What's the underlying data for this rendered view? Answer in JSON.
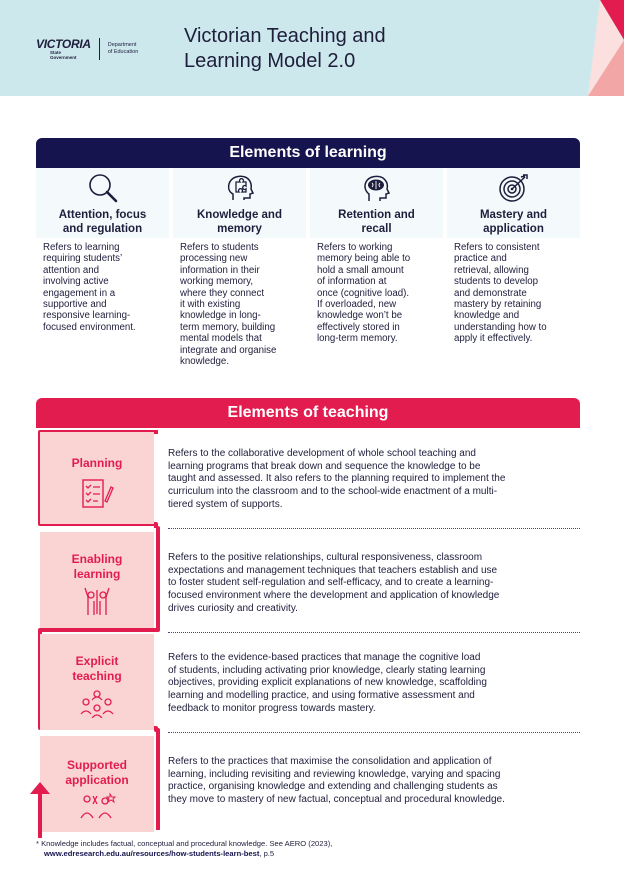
{
  "header": {
    "logo_text": "VICTORIA",
    "logo_sub1": "State",
    "logo_sub2": "Government",
    "dept_line1": "Department",
    "dept_line2": "of Education",
    "title_line1": "Victorian Teaching and",
    "title_line2": "Learning Model 2.0"
  },
  "learning": {
    "heading": "Elements of learning",
    "items": [
      {
        "icon": "magnifier-icon",
        "title1": "Attention, focus",
        "title2": "and regulation",
        "body": [
          "Refers to learning",
          "requiring students’",
          "attention and",
          "involving active",
          "engagement in a",
          "supportive and",
          "responsive learning-",
          "focused environment."
        ]
      },
      {
        "icon": "puzzle-head-icon",
        "title1": "Knowledge and",
        "title2": "memory",
        "body": [
          "Refers to students",
          "processing new",
          "information in their",
          "working memory,",
          "where they connect",
          "it with existing",
          "knowledge in long-",
          "term memory, building",
          "mental models that",
          "integrate and organise",
          "knowledge."
        ]
      },
      {
        "icon": "brain-head-icon",
        "title1": "Retention and",
        "title2": "recall",
        "body": [
          "Refers to working",
          "memory being able to",
          "hold a small amount",
          "of information at",
          "once (cognitive load).",
          "If overloaded, new",
          "knowledge won’t be",
          "effectively stored in",
          "long-term memory."
        ]
      },
      {
        "icon": "target-icon",
        "title1": "Mastery and",
        "title2": "application",
        "body": [
          "Refers to consistent",
          "practice and",
          "retrieval, allowing",
          "students to develop",
          "and demonstrate",
          "mastery by retaining",
          "knowledge and",
          "understanding how to",
          "apply it effectively."
        ]
      }
    ]
  },
  "teaching": {
    "heading": "Elements of teaching",
    "items": [
      {
        "icon": "checklist-icon",
        "title": [
          "Planning"
        ],
        "text": [
          "Refers to the collaborative development of whole school teaching and",
          "learning programs that break down and sequence the knowledge  to be",
          "taught and assessed. It also refers to the planning required to implement the",
          "curriculum into the classroom and to the school-wide enactment of a multi-",
          "tiered system of supports."
        ]
      },
      {
        "icon": "people-raising-hands-icon",
        "title": [
          "Enabling",
          "learning"
        ],
        "text": [
          "Refers to the positive relationships, cultural responsiveness, classroom",
          "expectations and management techniques that teachers establish and use",
          "to foster student self-regulation and self-efficacy, and to create a learning-",
          "focused environment where the development and application of knowledge",
          "drives curiosity and creativity."
        ]
      },
      {
        "icon": "group-discussion-icon",
        "title": [
          "Explicit",
          "teaching"
        ],
        "text": [
          "Refers to the evidence-based practices that manage the cognitive load",
          "of students, including activating prior knowledge, clearly stating learning",
          "objectives, providing explicit explanations of new knowledge, scaffolding",
          "learning and modelling practice, and using formative assessment and",
          "feedback to monitor progress towards mastery."
        ]
      },
      {
        "icon": "collaboration-icon",
        "title": [
          "Supported",
          "application"
        ],
        "text": [
          "Refers to the practices that maximise the consolidation and application of",
          "learning, including revisiting and reviewing knowledge, varying and spacing",
          "practice, organising knowledge and extending and challenging students as",
          "they move to mastery of new factual, conceptual and procedural knowledge."
        ]
      }
    ]
  },
  "footnote": {
    "line1": "* Knowledge includes factual, conceptual and procedural knowledge. See AERO (2023),",
    "link": "www.edresearch.edu.au/resources/how-students-learn-best",
    "suffix": ", p.5"
  },
  "colors": {
    "navy": "#16144e",
    "crimson": "#e31c4f",
    "teal_bg": "#cde8ec",
    "tile_pink": "#f9d4d2"
  }
}
